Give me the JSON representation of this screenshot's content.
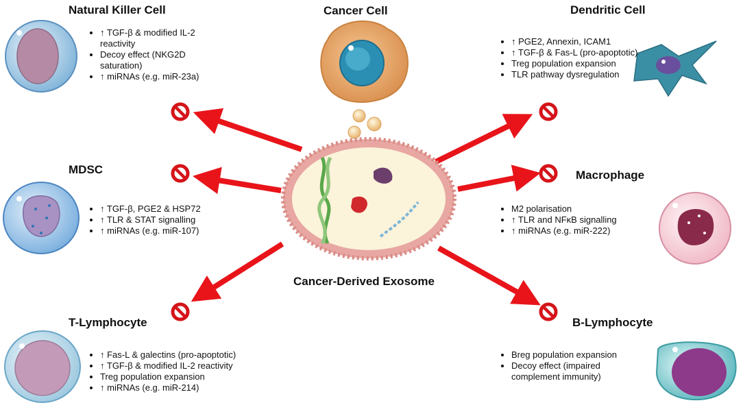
{
  "center": {
    "label": "Cancer-Derived Exosome",
    "source_label": "Cancer Cell"
  },
  "colors": {
    "arrow": "#e8141a",
    "block": "#d51419",
    "membrane": "#e8a7a2",
    "exosome_fill": "#fbf3da"
  },
  "cells": {
    "nk": {
      "title": "Natural Killer Cell",
      "effects": [
        "↑ TGF-β & modified IL-2 reactivity",
        "Decoy effect (NKG2D saturation)",
        "↑ miRNAs (e.g. miR-23a)"
      ]
    },
    "mdsc": {
      "title": "MDSC",
      "effects": [
        "↑ TGF-β, PGE2 & HSP72",
        "↑ TLR & STAT signalling",
        "↑ miRNAs (e.g. miR-107)"
      ]
    },
    "tcell": {
      "title": "T-Lymphocyte",
      "effects": [
        "↑ Fas-L & galectins (pro-apoptotic)",
        "↑ TGF-β & modified IL-2 reactivity",
        "Treg population expansion",
        "↑ miRNAs (e.g. miR-214)"
      ]
    },
    "dc": {
      "title": "Dendritic Cell",
      "effects": [
        "↑ PGE2, Annexin, ICAM1",
        "↑ TGF-β & Fas-L (pro-apoptotic)",
        "Treg population expansion",
        "TLR pathway dysregulation"
      ]
    },
    "mac": {
      "title": "Macrophage",
      "effects": [
        "M2 polarisation",
        "↑ TLR and NFκB signalling",
        "↑ miRNAs (e.g. miR-222)"
      ]
    },
    "bcell": {
      "title": "B-Lymphocyte",
      "effects": [
        "Breg population expansion",
        "Decoy effect (impaired complement immunity)"
      ]
    }
  }
}
